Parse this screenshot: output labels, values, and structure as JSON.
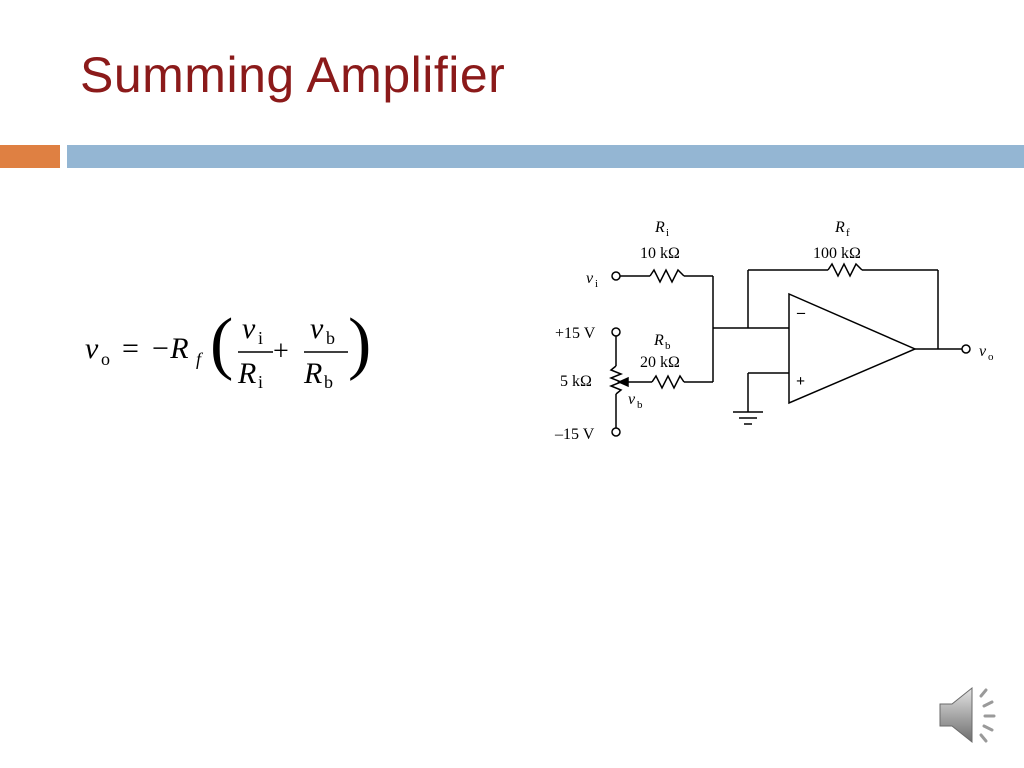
{
  "slide": {
    "title": "Summing Amplifier"
  },
  "formula": {
    "lhs": "v",
    "lhs_sub": "o",
    "equals": "=",
    "minus_r": "−R",
    "r_sub": "f",
    "num1": "v",
    "num1_sub": "i",
    "den1": "R",
    "den1_sub": "i",
    "plus": "+",
    "num2": "v",
    "num2_sub": "b",
    "den2": "R",
    "den2_sub": "b",
    "lparen": "(",
    "rparen": ")"
  },
  "circuit": {
    "ri_name": "R",
    "ri_sub": "i",
    "ri_value": "10 kΩ",
    "rf_name": "R",
    "rf_sub": "f",
    "rf_value": "100 kΩ",
    "rb_name": "R",
    "rb_sub": "b",
    "rb_value": "20 kΩ",
    "vi_label": "v",
    "vi_sub": "i",
    "vo_label": "v",
    "vo_sub": "o",
    "vb_label": "v",
    "vb_sub": "b",
    "pos_supply": "+15 V",
    "neg_supply": "–15 V",
    "pot_value": "5 kΩ",
    "inv_input": "–",
    "noninv_input": "+"
  },
  "colors": {
    "title": "#8b1a1a",
    "bar_orange": "#df8042",
    "bar_blue": "#94b6d3"
  },
  "icons": {
    "speaker": "speaker-icon"
  }
}
